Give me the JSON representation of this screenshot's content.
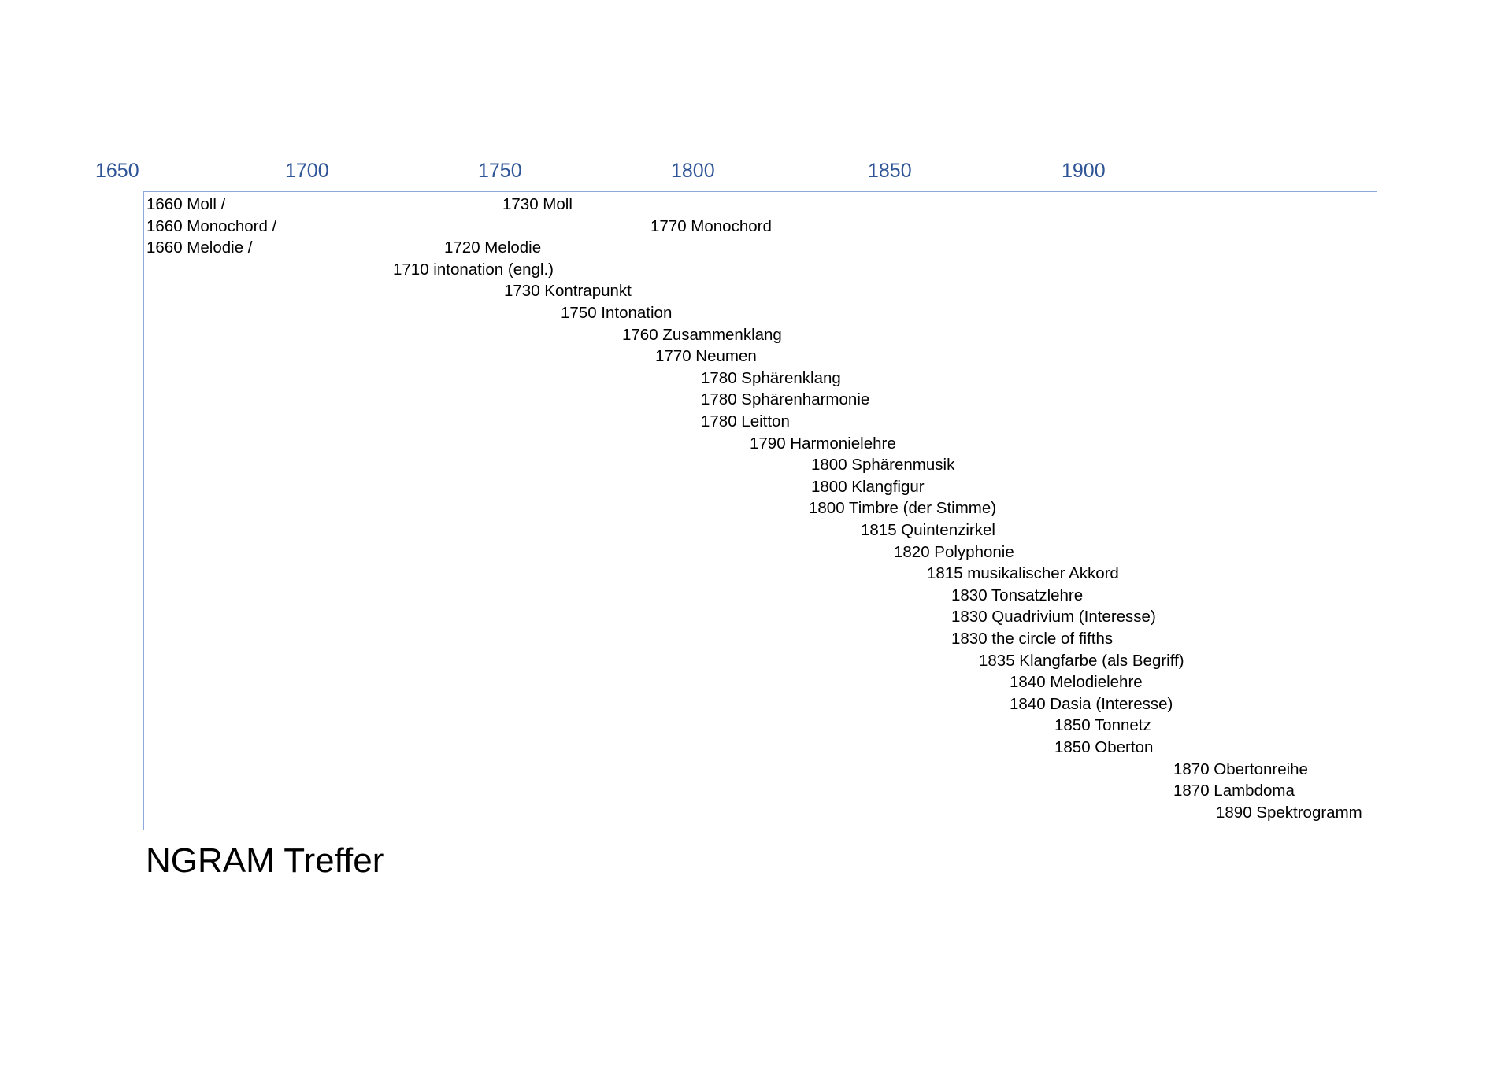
{
  "axis": {
    "ticks": [
      "1650",
      "1700",
      "1750",
      "1800",
      "1850",
      "1900"
    ],
    "color": "#2f5597"
  },
  "frame_color": "#8eaadb",
  "entries": [
    {
      "year": 1660,
      "label": "1660 Moll /"
    },
    {
      "year": 1730,
      "label": "1730 Moll"
    },
    {
      "year": 1660,
      "label": "1660 Monochord /"
    },
    {
      "year": 1770,
      "label": "1770 Monochord"
    },
    {
      "year": 1660,
      "label": "1660 Melodie /"
    },
    {
      "year": 1720,
      "label": "1720 Melodie"
    },
    {
      "year": 1710,
      "label": "1710 intonation (engl.)"
    },
    {
      "year": 1730,
      "label": "1730 Kontrapunkt"
    },
    {
      "year": 1750,
      "label": "1750 Intonation"
    },
    {
      "year": 1760,
      "label": "1760 Zusammenklang"
    },
    {
      "year": 1770,
      "label": "1770 Neumen"
    },
    {
      "year": 1780,
      "label": "1780 Sphärenklang"
    },
    {
      "year": 1780,
      "label": "1780 Sphärenharmonie"
    },
    {
      "year": 1780,
      "label": "1780 Leitton"
    },
    {
      "year": 1790,
      "label": "1790 Harmonielehre"
    },
    {
      "year": 1800,
      "label": "1800 Sphärenmusik"
    },
    {
      "year": 1800,
      "label": "1800 Klangfigur"
    },
    {
      "year": 1800,
      "label": "1800 Timbre (der Stimme)"
    },
    {
      "year": 1815,
      "label": "1815 Quintenzirkel"
    },
    {
      "year": 1820,
      "label": "1820 Polyphonie"
    },
    {
      "year": 1815,
      "label": "1815 musikalischer Akkord"
    },
    {
      "year": 1830,
      "label": "1830 Tonsatzlehre"
    },
    {
      "year": 1830,
      "label": "1830 Quadrivium (Interesse)"
    },
    {
      "year": 1830,
      "label": "1830 the circle of fifths"
    },
    {
      "year": 1835,
      "label": "1835 Klangfarbe (als Begriff)"
    },
    {
      "year": 1840,
      "label": "1840 Melodielehre"
    },
    {
      "year": 1840,
      "label": "1840 Dasia (Interesse)"
    },
    {
      "year": 1850,
      "label": "1850 Tonnetz"
    },
    {
      "year": 1850,
      "label": "1850 Oberton"
    },
    {
      "year": 1870,
      "label": "1870 Obertonreihe"
    },
    {
      "year": 1870,
      "label": "1870 Lambdoma"
    },
    {
      "year": 1890,
      "label": "1890 Spektrogramm"
    }
  ],
  "title": "NGRAM Treffer"
}
